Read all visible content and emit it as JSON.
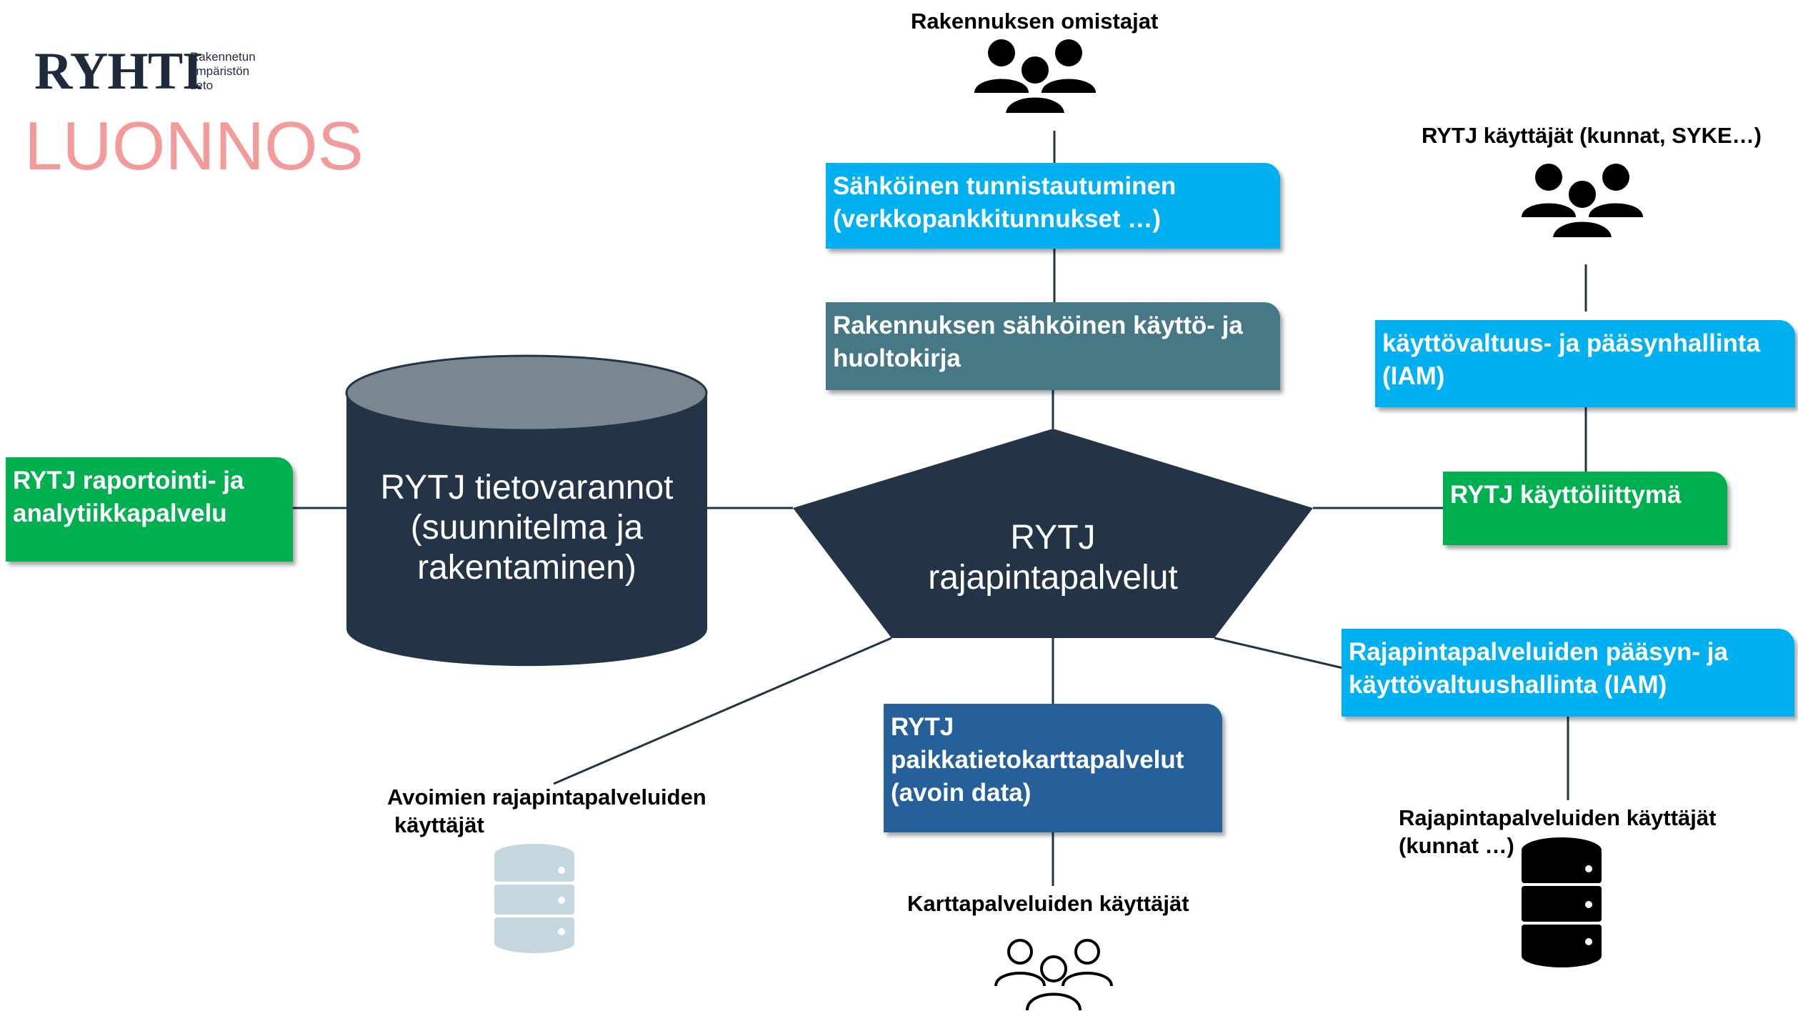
{
  "logo": {
    "wordmark": "RYHTI",
    "sub_line1": "Rakennetun",
    "sub_line2": "ympäristön",
    "sub_line3": "tieto"
  },
  "draft_label": "LUONNOS",
  "top": {
    "users_label": "Rakennuksen omistajat",
    "auth_line1": "Sähköinen tunnistautuminen",
    "auth_line2": "(verkkopankkitunnukset …)",
    "manual_line1": "Rakennuksen sähköinen käyttö- ja",
    "manual_line2": "huoltokirja"
  },
  "right": {
    "users_label": "RYTJ käyttäjät (kunnat, SYKE…)",
    "iam_line1": "käyttövaltuus- ja pääsynhallinta",
    "iam_line2": "(IAM)",
    "ui_label": "RYTJ käyttöliittymä",
    "api_iam_line1": "Rajapintapalveluiden pääsyn- ja",
    "api_iam_line2": "käyttövaltuushallinta (IAM)",
    "api_users_line1": "Rajapintapalveluiden käyttäjät",
    "api_users_line2": "(kunnat …)"
  },
  "left": {
    "report_line1": "RYTJ raportointi- ja",
    "report_line2": "analytiikkapalvelu",
    "db_line1": "RYTJ tietovarannot",
    "db_line2": "(suunnitelma ja",
    "db_line3": "rakentaminen)",
    "open_users_line1": "Avoimien rajapintapalveluiden",
    "open_users_line2": "käyttäjät"
  },
  "center": {
    "line1": "RYTJ",
    "line2": "rajapintapalvelut"
  },
  "bottom": {
    "map_line1": "RYTJ",
    "map_line2": "paikkatietokarttapalvelut",
    "map_line3": "(avoin data)",
    "map_users_label": "Karttapalveluiden käyttäjät"
  },
  "colors": {
    "cyan": "#00b0f0",
    "teal": "#467886",
    "green": "#00b050",
    "blue": "#25609a",
    "navy": "#243447",
    "draft": "#f39a9a"
  },
  "icons": [
    "users-filled-icon",
    "users-filled-icon",
    "users-outline-icon",
    "database-light-icon",
    "database-dark-icon"
  ]
}
